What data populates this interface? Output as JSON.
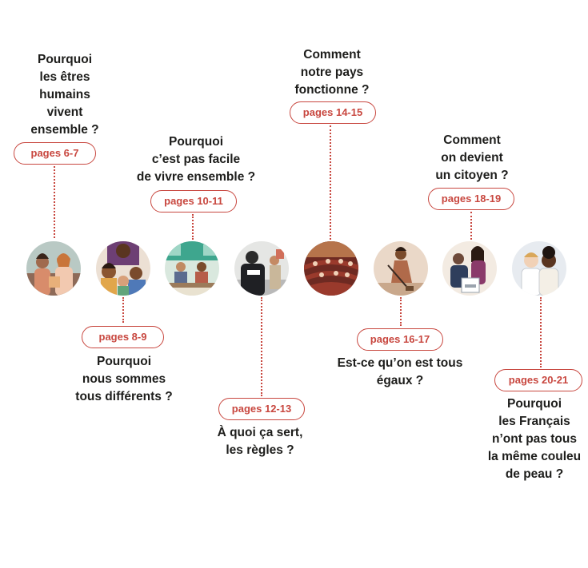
{
  "timeline": [
    {
      "question": [
        "Pourquoi",
        "les êtres",
        "humains",
        "vivent",
        "ensemble ?"
      ],
      "pages": "pages 6-7",
      "illustration": "people-group-illustration"
    },
    {
      "question": [
        "Pourquoi",
        "nous sommes",
        "tous différents ?"
      ],
      "pages": "pages 8-9",
      "illustration": "diverse-family-illustration"
    },
    {
      "question": [
        "Pourquoi",
        "c’est pas facile",
        "de vivre ensemble ?"
      ],
      "pages": "pages 10-11",
      "illustration": "classroom-illustration"
    },
    {
      "question": [
        "À quoi ça sert,",
        "les règles ?"
      ],
      "pages": "pages 12-13",
      "illustration": "police-officer-illustration"
    },
    {
      "question": [
        "Comment",
        "notre pays",
        "fonctionne ?"
      ],
      "pages": "pages 14-15",
      "illustration": "parliament-illustration"
    },
    {
      "question": [
        "Est-ce qu’on est tous",
        "égaux ?"
      ],
      "pages": "pages 16-17",
      "illustration": "woman-sweeping-illustration"
    },
    {
      "question": [
        "Comment",
        "on devient",
        "un citoyen ?"
      ],
      "pages": "pages 18-19",
      "illustration": "voting-illustration"
    },
    {
      "question": [
        "Pourquoi",
        "les Français",
        "n’ont pas tous",
        "la même couleu",
        "de peau ?"
      ],
      "pages": "pages 20-21",
      "illustration": "two-children-illustration"
    }
  ],
  "colors": {
    "accent": "#c8473f",
    "text": "#1d1d1b"
  }
}
